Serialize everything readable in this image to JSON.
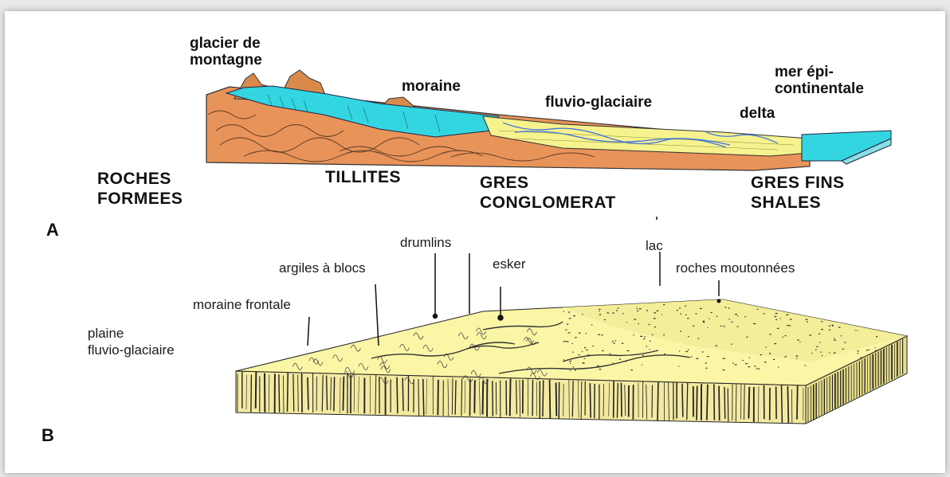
{
  "panel_a": {
    "label": "A",
    "glacier": "glacier de\nmontagne",
    "moraine": "moraine",
    "fluvio": "fluvio-glaciaire",
    "mer": "mer épi-\ncontinentale",
    "delta": "delta",
    "roches": "ROCHES\nFORMEES",
    "tillites": "TILLITES",
    "gres_cong": "GRES\nCONGLOMERAT",
    "gres_fins": "GRES FINS\nSHALES"
  },
  "panel_b": {
    "label": "B",
    "plaine": "plaine\nfluvio-glaciaire",
    "moraine_frontale": "moraine frontale",
    "argiles": "argiles à blocs",
    "drumlins": "drumlins",
    "esker": "esker",
    "lac": "lac",
    "roches_moutonnees": "roches moutonnées"
  },
  "colors": {
    "rock": "#e8935a",
    "ice": "#33d6e0",
    "sand": "#f6f28e",
    "block_b": "#fbf6a6",
    "water": "#3a6fe0"
  }
}
